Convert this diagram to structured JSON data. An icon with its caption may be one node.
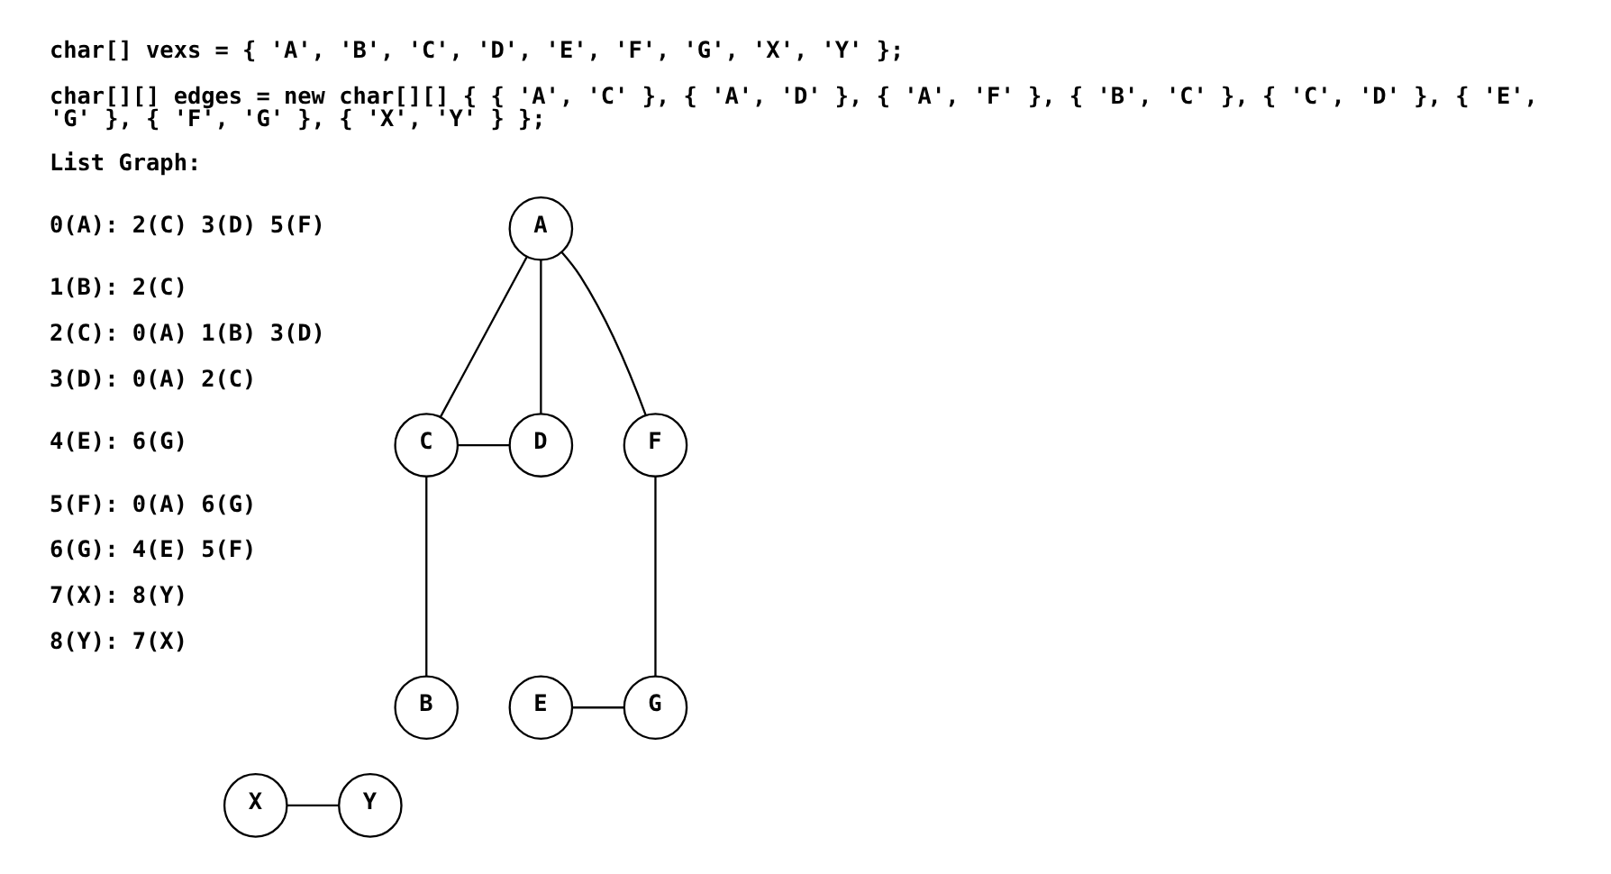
{
  "diagram": {
    "nodes": [
      {
        "text": [
          "A"
        ]
      },
      {
        "text": [
          "F"
        ]
      },
      {
        "text": [
          "D"
        ]
      },
      {
        "text": [
          "C"
        ]
      },
      {
        "text": [
          "E"
        ]
      },
      {
        "text": [
          "B"
        ]
      },
      {
        "text": [
          "G"
        ]
      },
      {
        "text": [
          "X"
        ]
      },
      {
        "text": [
          "Y"
        ]
      }
    ],
    "edges": [
      {
        "from": 0,
        "to": 3,
        "arrow": "none"
      },
      {
        "from": 0,
        "to": 2,
        "arrow": "none"
      },
      {
        "from": 0,
        "to": 1,
        "arrow": "none"
      },
      {
        "from": 3,
        "to": 5,
        "arrow": "none"
      },
      {
        "from": 3,
        "to": 2,
        "arrow": "none"
      },
      {
        "from": 4,
        "to": 6,
        "arrow": "none"
      },
      {
        "from": 1,
        "to": 6,
        "arrow": "none"
      },
      {
        "from": 7,
        "to": 8,
        "arrow": "none"
      }
    ],
    "labels": [
      "char[] vexs = { 'A', 'B', 'C', 'D', 'E', 'F', 'G', 'X', 'Y' };",
      "char[][] edges = new char[][] { { 'A', 'C' }, { 'A', 'D' }, { 'A', 'F' }, { 'B', 'C' }, { 'C', 'D' }, { 'E', 'G' }, { 'F', 'G' }, { 'X', 'Y' } };",
      "List Graph:",
      "0(A): 2(C) 3(D) 5(F)",
      "1(B): 2(C)",
      "2(C): 0(A) 1(B) 3(D)",
      "3(D): 0(A) 2(C)",
      "4(E): 6(G)",
      "5(F): 0(A) 6(G)",
      "6(G): 4(E) 5(F)",
      "7(X): 8(Y)",
      "8(Y): 7(X)"
    ]
  }
}
